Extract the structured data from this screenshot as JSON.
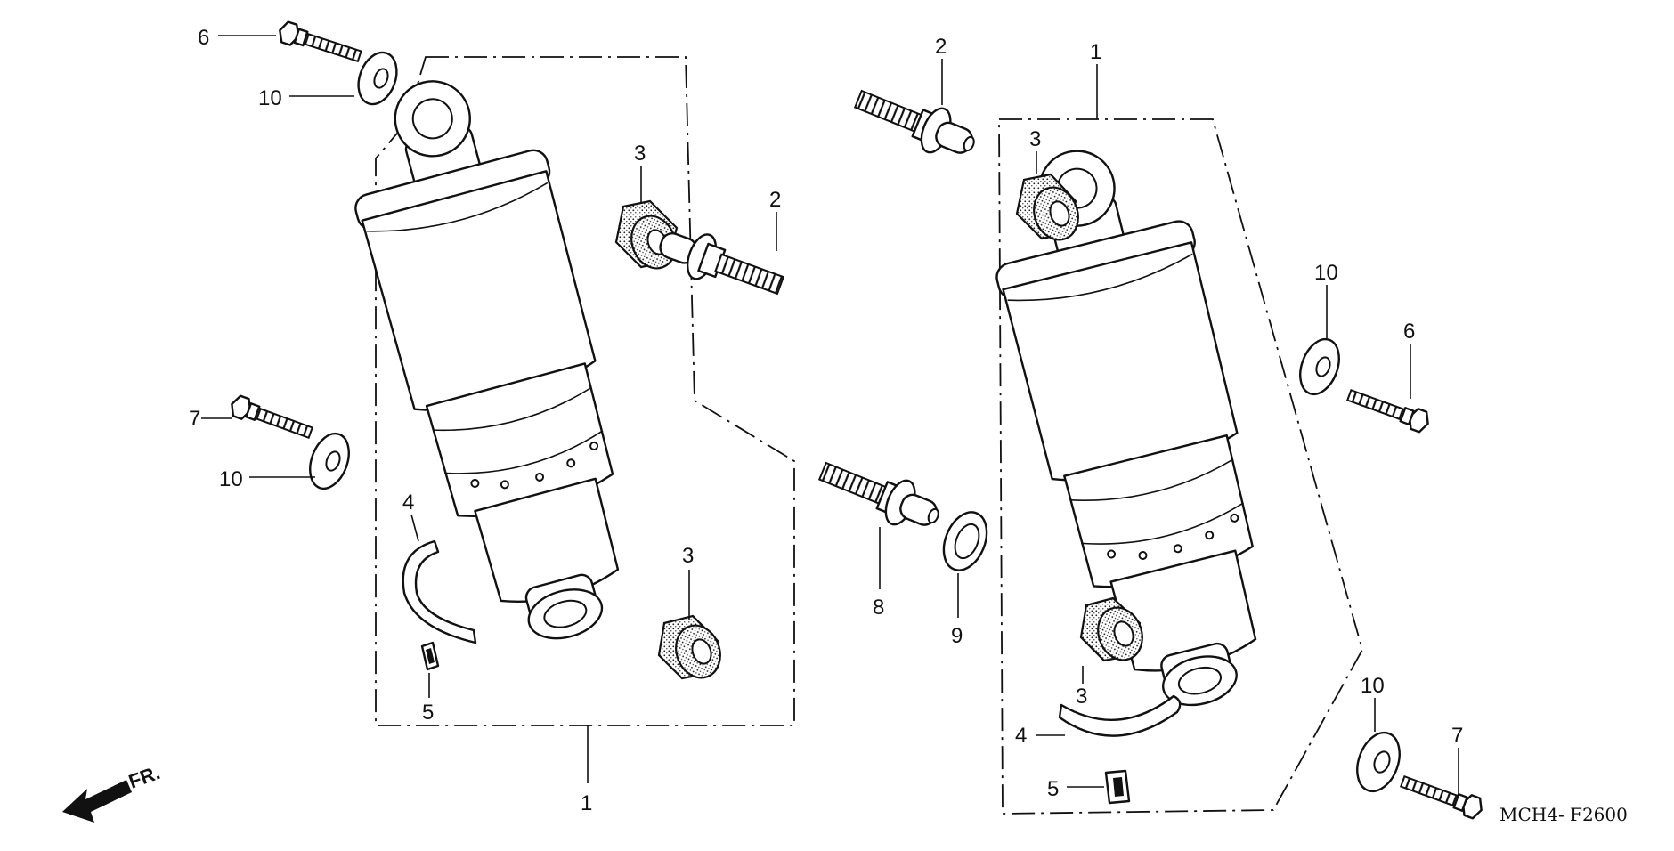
{
  "diagram": {
    "code": "MCH4- F2600",
    "direction_label": "FR.",
    "callouts": {
      "left_unit": "1",
      "left_bolt_top": "6",
      "left_washer_top": "10",
      "left_collar_top": "3",
      "left_stud_middle": "2",
      "left_bolt_bottom": "7",
      "left_washer_bottom": "10",
      "left_clip": "4",
      "left_label": "5",
      "left_collar_bottom": "3",
      "right_unit": "1",
      "right_stud_top": "2",
      "right_collar_top": "3",
      "right_washer_top": "10",
      "right_bolt_top": "6",
      "right_stud_middle": "8",
      "right_washer_middle": "9",
      "right_collar_bottom": "3",
      "right_clip": "4",
      "right_label": "5",
      "right_washer_bottom": "10",
      "right_bolt_bottom": "7"
    }
  }
}
